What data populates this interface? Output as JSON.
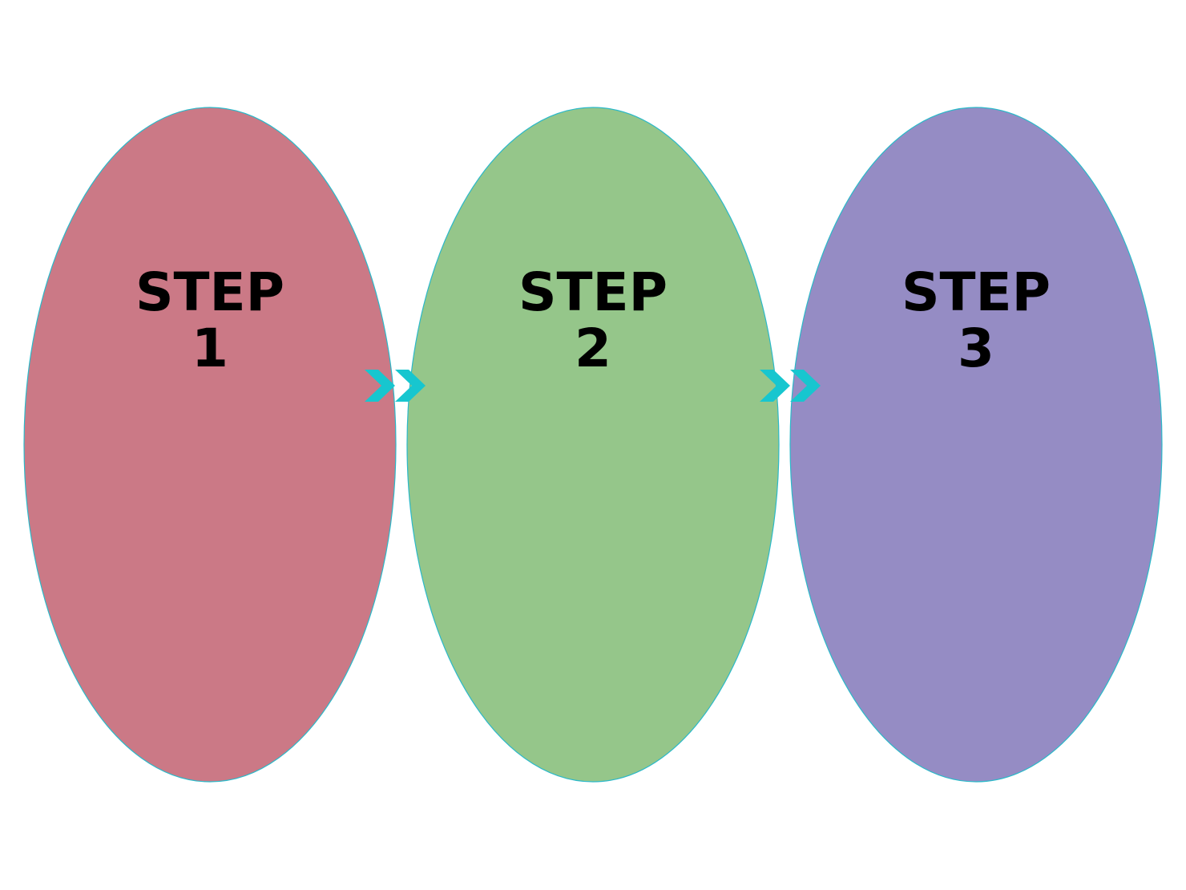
{
  "diagram": {
    "colors": {
      "outline": "#2bb9c9",
      "arrow": "#17c6cf",
      "text": "#000000"
    },
    "steps": [
      {
        "word": "STEP",
        "number": "1",
        "fill": "#cb7986"
      },
      {
        "word": "STEP",
        "number": "2",
        "fill": "#95c68a"
      },
      {
        "word": "STEP",
        "number": "3",
        "fill": "#958cc4"
      }
    ],
    "connectors": [
      {
        "icon": "double-chevron-right-icon"
      },
      {
        "icon": "double-chevron-right-icon"
      }
    ]
  }
}
